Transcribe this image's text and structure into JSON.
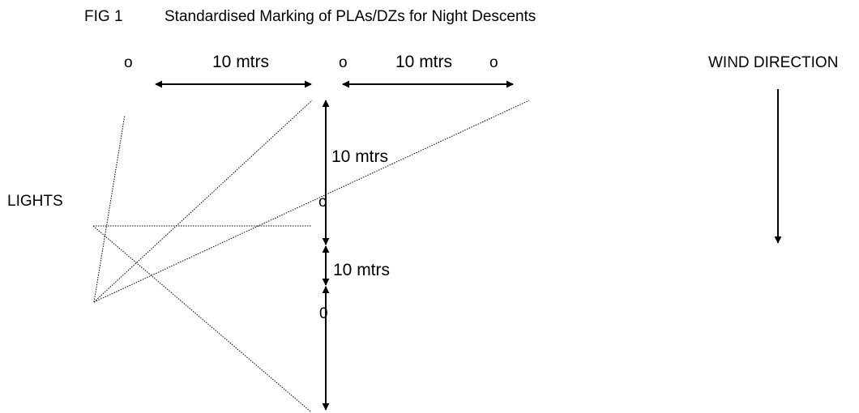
{
  "figure": {
    "number": "FIG 1",
    "title": "Standardised Marking of PLAs/DZs for Night Descents"
  },
  "labels": {
    "top_left_distance": "10 mtrs",
    "top_right_distance": "10 mtrs",
    "upper_vertical_distance": "10 mtrs",
    "lower_vertical_distance": "10 mtrs",
    "lights": "LIGHTS",
    "wind_direction": "WIND DIRECTION"
  },
  "markers": {
    "top_left": "o",
    "top_center": "o",
    "top_right": "o",
    "middle": "o",
    "bottom": "0"
  },
  "colors": {
    "lines": "#000000",
    "background": "#ffffff"
  }
}
